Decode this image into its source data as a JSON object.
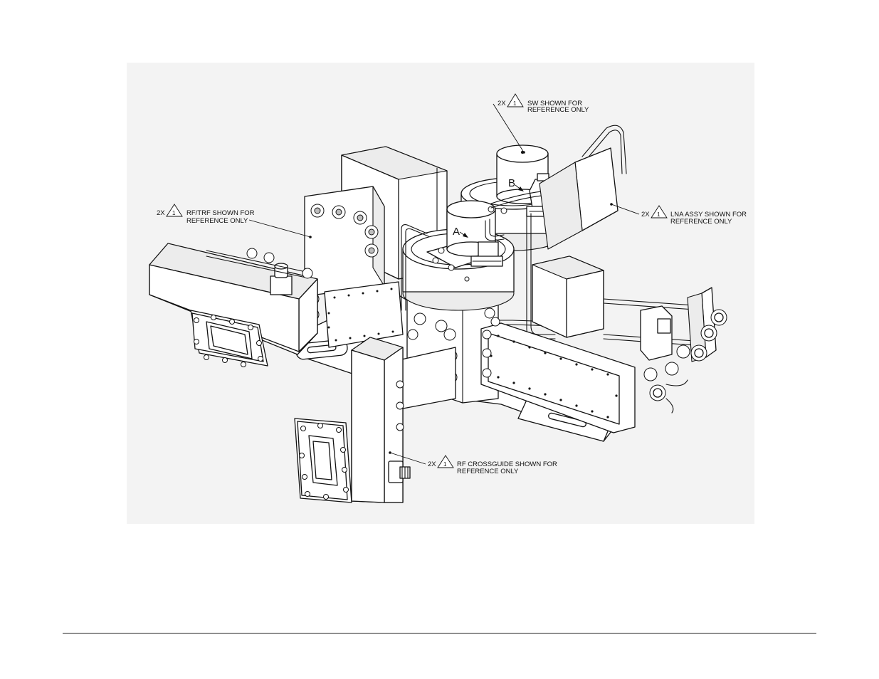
{
  "callouts": {
    "sw": {
      "qty": "2X",
      "note": "1",
      "line1": "SW SHOWN FOR",
      "line2": "REFERENCE ONLY"
    },
    "rf_trf": {
      "qty": "2X",
      "note": "1",
      "line1": "RF/TRF SHOWN FOR",
      "line2": "REFERENCE ONLY"
    },
    "lna": {
      "qty": "2X",
      "note": "1",
      "line1": "LNA ASSY SHOWN FOR",
      "line2": "REFERENCE ONLY"
    },
    "crossguide": {
      "qty": "2X",
      "note": "1",
      "line1": "RF CROSSGUIDE SHOWN FOR",
      "line2": "REFERENCE ONLY"
    }
  },
  "view_labels": {
    "a": "A",
    "b": "B"
  }
}
